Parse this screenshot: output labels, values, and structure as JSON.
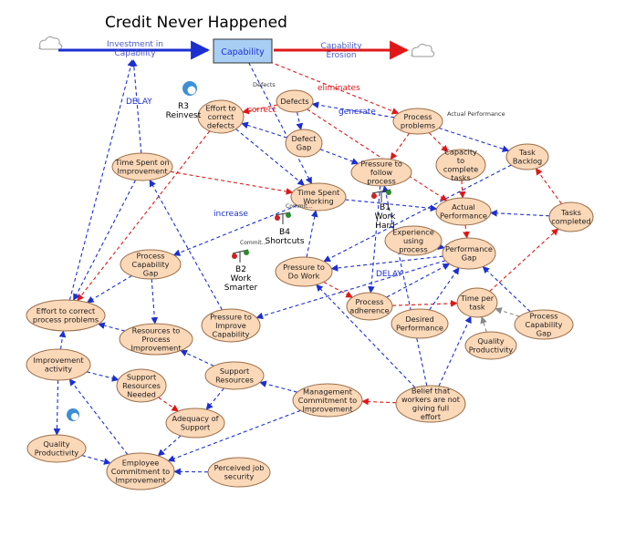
{
  "title": "Credit Never Happened",
  "colors": {
    "node_fill": "#fbd8b8",
    "node_stroke": "#9a6e4a",
    "stock_fill": "#a9cef3",
    "blue": "#1c2fd0",
    "red": "#e01818",
    "gray": "#8a8a8a",
    "flow_label": "#4a5ac8"
  },
  "stock": {
    "label": "Capability"
  },
  "flows": [
    {
      "id": "investment",
      "label": "Investment in Capability"
    },
    {
      "id": "erosion",
      "label": "Capability Erosion"
    }
  ],
  "nodes": [
    {
      "id": "time_improve",
      "label": "Time Spent on Improvement"
    },
    {
      "id": "effort_defects",
      "label": "Effort to correct defects"
    },
    {
      "id": "defects",
      "label": "Defects"
    },
    {
      "id": "defect_gap",
      "label": "Defect Gap"
    },
    {
      "id": "process_problems",
      "label": "Process problems"
    },
    {
      "id": "pressure_follow",
      "label": "Pressure to follow process"
    },
    {
      "id": "capacity",
      "label": "Capacity to complete tasks"
    },
    {
      "id": "task_backlog",
      "label": "Task Backlog"
    },
    {
      "id": "time_working",
      "label": "Time Spent Working"
    },
    {
      "id": "actual_perf",
      "label": "Actual Performance"
    },
    {
      "id": "tasks_completed",
      "label": "Tasks completed"
    },
    {
      "id": "experience",
      "label": "Experience using process"
    },
    {
      "id": "perf_gap",
      "label": "Performance Gap"
    },
    {
      "id": "proc_cap_gap_l",
      "label": "Process Capability Gap"
    },
    {
      "id": "pressure_work",
      "label": "Pressure to Do Work"
    },
    {
      "id": "effort_problems",
      "label": "Effort to correct process problems"
    },
    {
      "id": "resources",
      "label": "Resources to Process Improvement"
    },
    {
      "id": "pressure_improve",
      "label": "Pressure to Improve Capability"
    },
    {
      "id": "adherence",
      "label": "Process adherence"
    },
    {
      "id": "desired_perf",
      "label": "Desired Performance"
    },
    {
      "id": "time_task",
      "label": "Time per task"
    },
    {
      "id": "proc_cap_gap_r",
      "label": "Process Capability Gap"
    },
    {
      "id": "quality_prod_r",
      "label": "Quality Productivity"
    },
    {
      "id": "improve_activity",
      "label": "Improvement activity"
    },
    {
      "id": "support_needed",
      "label": "Support Resources Needed"
    },
    {
      "id": "support_res",
      "label": "Support Resources"
    },
    {
      "id": "mgmt",
      "label": "Management Commitment to Improvement"
    },
    {
      "id": "belief",
      "label": "Belief that workers are not giving full effort"
    },
    {
      "id": "adequacy",
      "label": "Adequacy of Support"
    },
    {
      "id": "quality_prod_l",
      "label": "Quality Productivity"
    },
    {
      "id": "employee",
      "label": "Employee Commitment to Improvement"
    },
    {
      "id": "job_security",
      "label": "Perceived job security"
    }
  ],
  "loops": [
    {
      "id": "R3",
      "label": "R3 Reinvest"
    },
    {
      "id": "B4",
      "label": "B4 Shortcuts"
    },
    {
      "id": "B1",
      "label": "B1 Work Hard"
    },
    {
      "id": "B2",
      "label": "B2 Work Smarter"
    }
  ],
  "annotations": {
    "delay_top": "DELAY",
    "delay_mid": "DELAY",
    "defects_small": "Defects",
    "eliminates": "eliminates",
    "generate": "generate",
    "actual_perf_small": "Actual Performance",
    "correct": "correct",
    "increase": "increase",
    "commit": "Commit...",
    "commit_b4": "Commit..."
  }
}
